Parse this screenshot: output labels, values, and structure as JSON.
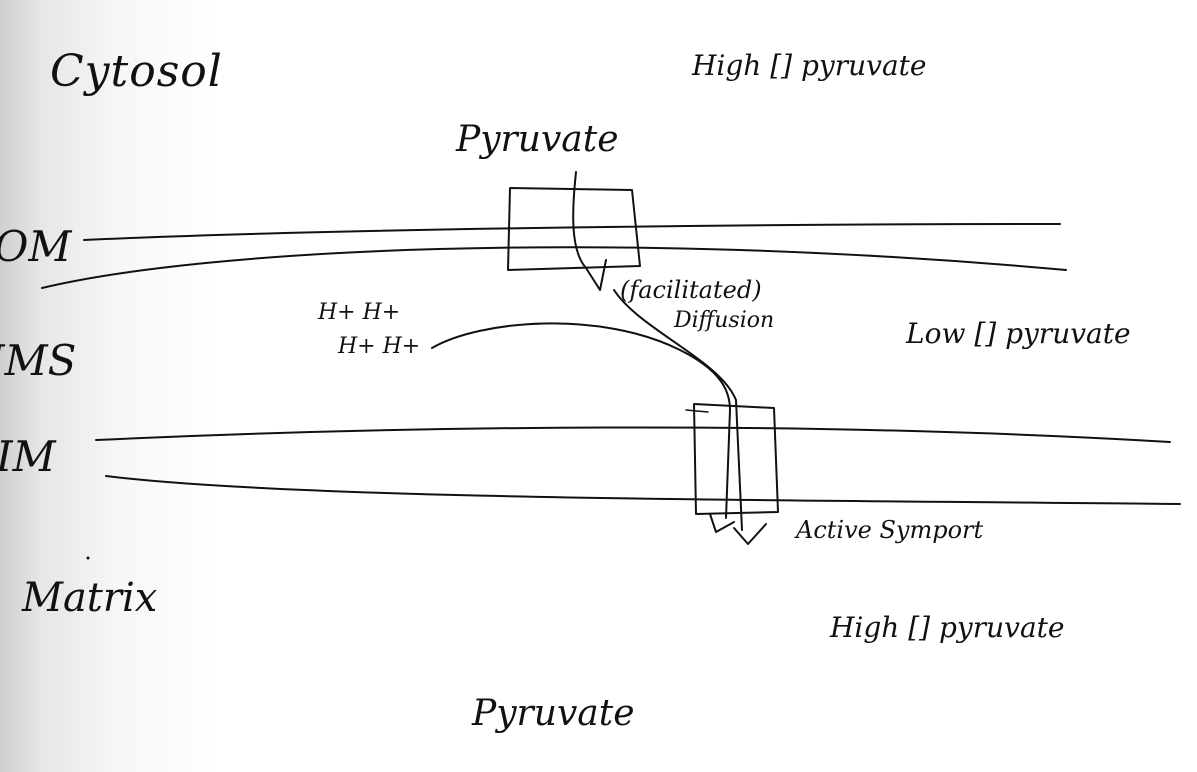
{
  "compartments": {
    "cytosol": "Cytosol",
    "outer_membrane": "OM",
    "intermembrane_space": "IMS",
    "inner_membrane": "IM",
    "matrix": "Matrix"
  },
  "molecules": {
    "pyruvate_top": "Pyruvate",
    "pyruvate_bottom": "Pyruvate",
    "protons_line1": "H+ H+",
    "protons_line2": "H+ H+"
  },
  "concentrations": {
    "cytosol": "High [] pyruvate",
    "ims": "Low [] pyruvate",
    "matrix": "High [] pyruvate"
  },
  "transport": {
    "om_label": "(facilitated)",
    "om_label_line2": "Diffusion",
    "im_label": "Active Symport"
  },
  "colors": {
    "ink": "#111111",
    "paper": "#ffffff",
    "shadow": "#cfcfcf"
  }
}
